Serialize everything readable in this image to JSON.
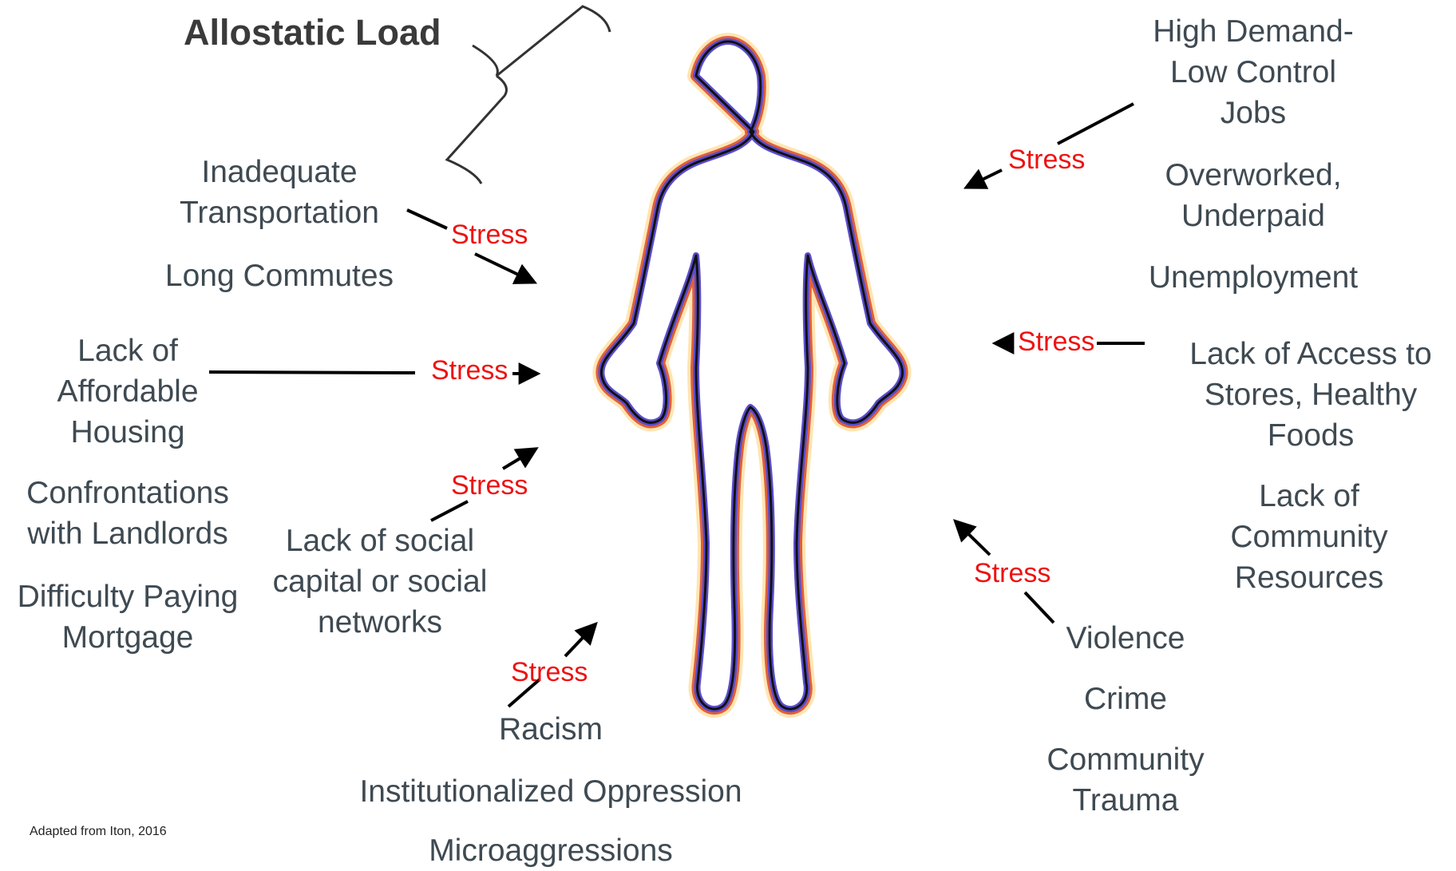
{
  "title": "Allostatic Load",
  "credit": "Adapted from Iton, 2016",
  "stress_label": "Stress",
  "factors": {
    "inadequate_transportation": "Inadequate\nTransportation",
    "long_commutes": "Long Commutes",
    "affordable_housing": "Lack of\nAffordable\nHousing",
    "confrontations": "Confrontations\nwith Landlords",
    "difficulty_paying": "Difficulty Paying\nMortgage",
    "social_capital": "Lack of social\ncapital or social\nnetworks",
    "racism": "Racism",
    "institutionalized": "Institutionalized Oppression",
    "microaggressions": "Microaggressions",
    "high_demand": "High Demand-\nLow Control\nJobs",
    "overworked": "Overworked,\nUnderpaid",
    "unemployment": "Unemployment",
    "access_stores": "Lack of Access to\nStores, Healthy\nFoods",
    "community_resources": "Lack of\nCommunity\nResources",
    "violence": "Violence",
    "crime": "Crime",
    "community_trauma": "Community\nTrauma"
  }
}
